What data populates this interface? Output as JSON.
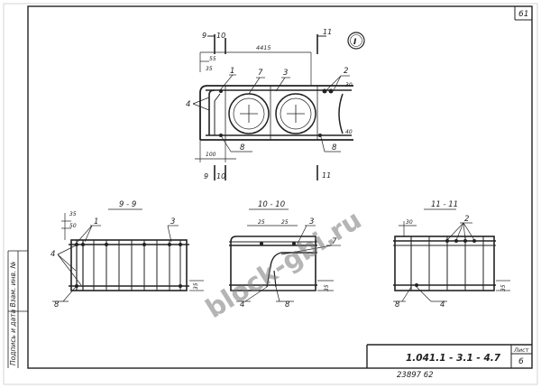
{
  "sheet": {
    "page_number": "61",
    "marker": "I",
    "side_label": "Подпись и дата  Взам. инв. №",
    "doc_code": "1.041.1 - 3.1 - 4.7",
    "sheet_label": "Лист",
    "sheet_number": "6",
    "inventory": "23897  62",
    "watermark": "block-gbi.ru"
  },
  "plan": {
    "dims": [
      "9",
      "10",
      "4415",
      "11",
      "55",
      "35",
      "30",
      "40",
      "100",
      "9",
      "10",
      "11"
    ],
    "callouts": [
      "1",
      "7",
      "3",
      "2",
      "4",
      "8",
      "8"
    ]
  },
  "section_9": {
    "title": "9 - 9",
    "dims": [
      "35",
      "50",
      "35"
    ],
    "callouts": [
      "1",
      "3",
      "4",
      "8"
    ]
  },
  "section_10": {
    "title": "10 - 10",
    "dims": [
      "25",
      "25",
      "35"
    ],
    "callouts": [
      "3",
      "7",
      "4",
      "8"
    ]
  },
  "section_11": {
    "title": "11 - 11",
    "dims": [
      "30",
      "35"
    ],
    "callouts": [
      "2",
      "4",
      "8"
    ]
  }
}
